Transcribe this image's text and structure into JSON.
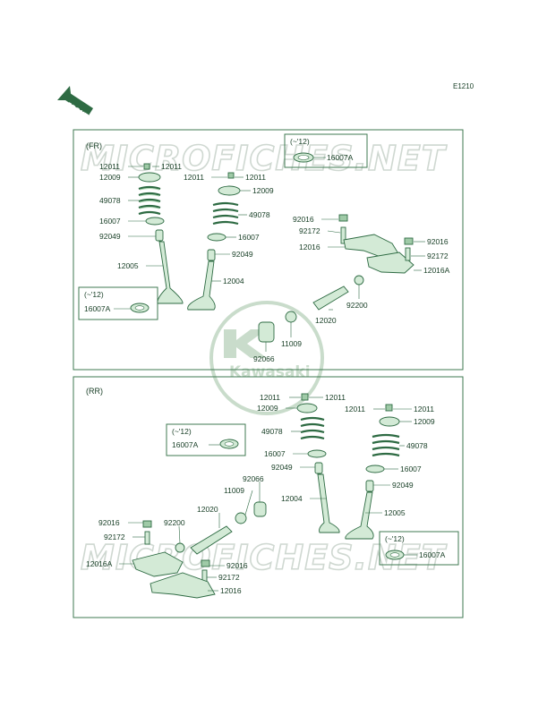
{
  "diagram_code": "E1210",
  "front_arrow_label": "FRONT",
  "watermark_text": "MICROFICHES.NET",
  "brand_logo_text": "Kawasaki",
  "colors": {
    "outline": "#2e6b43",
    "fill": "#d3ead6",
    "text": "#163d24",
    "watermark": "#cfd8d1"
  },
  "sections": {
    "fr": {
      "label": "(FR)",
      "labels": [
        "12011",
        "12011",
        "12009",
        "49078",
        "16007",
        "92049",
        "12005",
        "12011",
        "12011",
        "12009",
        "49078",
        "16007",
        "92049",
        "12004",
        "92016",
        "92172",
        "12016",
        "92016",
        "92172",
        "12016A",
        "92200",
        "12020",
        "11009",
        "92066"
      ],
      "note_top": {
        "title": "(~'12)",
        "part": "16007A"
      },
      "note_left": {
        "title": "(~'12)",
        "part": "16007A"
      }
    },
    "rr": {
      "label": "(RR)",
      "labels": [
        "12011",
        "12011",
        "12009",
        "49078",
        "16007",
        "92049",
        "12004",
        "12011",
        "12011",
        "12009",
        "49078",
        "16007",
        "92049",
        "12005",
        "11009",
        "92066",
        "12020",
        "92016",
        "92200",
        "92172",
        "12016A",
        "92016",
        "92172",
        "12016"
      ],
      "note_top": {
        "title": "(~'12)",
        "part": "16007A"
      },
      "note_right": {
        "title": "(~'12)",
        "part": "16007A"
      }
    }
  }
}
